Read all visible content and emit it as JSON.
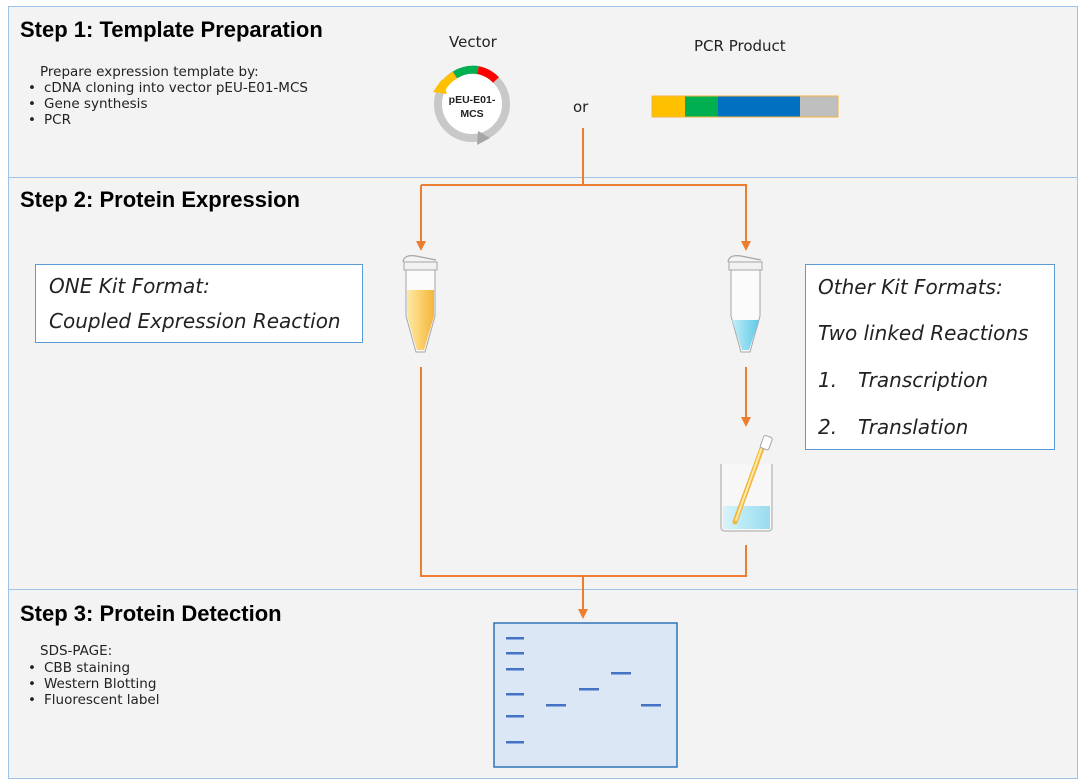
{
  "step1": {
    "title": "Step 1: Template Preparation",
    "intro": "Prepare expression template by:",
    "methods": [
      "cDNA cloning into vector pEU-E01-MCS",
      "Gene synthesis",
      "PCR"
    ],
    "vector_label": "Vector",
    "plasmid_name_line1": "pEU-E01-",
    "plasmid_name_line2": "MCS",
    "or_label": "or",
    "pcr_product_label": "PCR Product"
  },
  "step2": {
    "title": "Step 2: Protein Expression",
    "one_kit": {
      "line1": "ONE Kit Format:",
      "line2": "Coupled Expression Reaction"
    },
    "other_kits": {
      "line1": "Other Kit Formats:",
      "line2": "Two linked Reactions",
      "item1_num": "1.",
      "item1": "Transcription",
      "item2_num": "2.",
      "item2": "Translation"
    }
  },
  "step3": {
    "title": "Step 3: Protein Detection",
    "intro": "SDS-PAGE:",
    "methods": [
      "CBB staining",
      "Western Blotting",
      "Fluorescent label"
    ]
  },
  "colors": {
    "arrow": "#ed7d31",
    "border": "#9dc3e6",
    "pcr_segments": [
      "#ffc000",
      "#00b050",
      "#0070c0",
      "#bfbfbf"
    ],
    "plasmid_arcs": [
      "#ffc000",
      "#00b050",
      "#ff0000"
    ],
    "gel_band": "#4472c4"
  }
}
